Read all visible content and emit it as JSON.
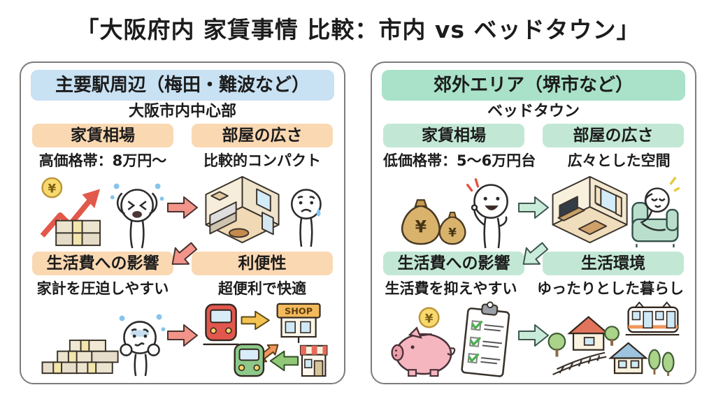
{
  "title": "「大阪府内 家賃事情 比較：市内 vs ベッドタウン」",
  "icons": {
    "yen": "¥",
    "shop_sign": "SHOP"
  },
  "colors": {
    "text": "#1c1c1c",
    "panel_border": "#7c7c7c",
    "city_header_bg": "#c8e1f3",
    "city_tag_bg": "#fad8b2",
    "city_arrow": "#f2948a",
    "suburb_header_bg": "#a9e2c9",
    "suburb_tag_bg": "#c2e8d5",
    "suburb_arrow": "#c9ecda"
  },
  "panels": [
    {
      "header": "主要駅周辺（梅田・難波など）",
      "subtitle": "大阪市内中心部",
      "cells": [
        {
          "label": "家賃相場",
          "caption": "高価格帯：8万円〜",
          "illustration": "rising-rent-money-stacks-stressed-person"
        },
        {
          "label": "部屋の広さ",
          "caption": "比較的コンパクト",
          "illustration": "compact-kitchen-room-sad-person"
        },
        {
          "label": "生活費への影響",
          "caption": "家計を圧迫しやすい",
          "illustration": "big-money-pile-worried-person"
        },
        {
          "label": "利便性",
          "caption": "超便利で快適",
          "illustration": "trains-and-shops-access"
        }
      ]
    },
    {
      "header": "郊外エリア（堺市など）",
      "subtitle": "ベッドタウン",
      "cells": [
        {
          "label": "家賃相場",
          "caption": "低価格帯：5〜6万円台",
          "illustration": "money-bags-happy-person"
        },
        {
          "label": "部屋の広さ",
          "caption": "広々とした空間",
          "illustration": "spacious-living-room-relaxed-person"
        },
        {
          "label": "生活費への影響",
          "caption": "生活費を抑えやすい",
          "illustration": "piggy-bank-and-checklist"
        },
        {
          "label": "生活環境",
          "caption": "ゆったりとした暮らし",
          "illustration": "suburban-houses-trees-train"
        }
      ]
    }
  ]
}
